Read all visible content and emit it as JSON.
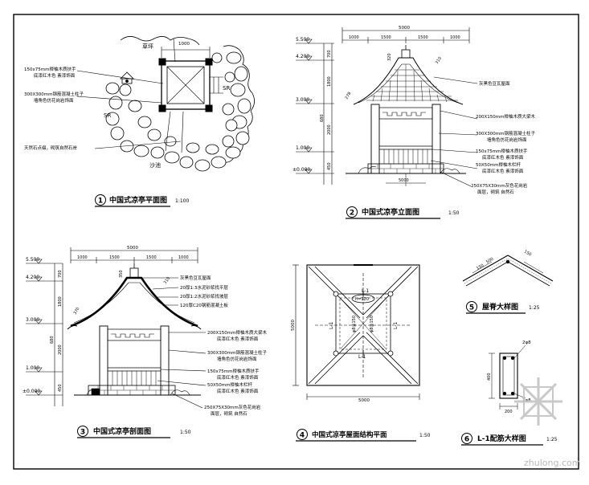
{
  "drawings": [
    {
      "num": "1",
      "title": "中国式凉亭平面图",
      "scale": "1:100"
    },
    {
      "num": "2",
      "title": "中国式凉亭立面图",
      "scale": "1:50"
    },
    {
      "num": "3",
      "title": "中国式凉亭剖面图",
      "scale": "1:50"
    },
    {
      "num": "4",
      "title": "中国式凉亭屋面结构平面",
      "scale": "1:50"
    },
    {
      "num": "5",
      "title": "屋脊大样图",
      "scale": "1:25"
    },
    {
      "num": "6",
      "title": "L-1配筋大样图",
      "scale": "1:25"
    }
  ],
  "plan": {
    "dim_top": "1000",
    "lawn": "草坪",
    "sr_right": "SR",
    "sr_left": "SR",
    "pond": "沙池",
    "note1a": "150x75mm榉柚木质扶手",
    "note1b": "底漆红木色  素漆饰面",
    "note2a": "300X300mm钢筋混凝土柱子",
    "note2b": "墙角色仿花岗岩饰面",
    "note3": "天然石点缀，砌筑自然石岸"
  },
  "elevation": {
    "levels": [
      "5.500",
      "4.200",
      "3.000",
      "1.000",
      "±0.000"
    ],
    "dim_total": "5000",
    "dims_top": [
      "1000",
      "1500",
      "1500",
      "1000"
    ],
    "dims_left": [
      "700",
      "1800",
      "2000",
      "680",
      "450"
    ],
    "dims_roof": [
      "320",
      "278",
      "310"
    ],
    "dim_inner": "5000",
    "notes": [
      "灰黑色豆瓦屋面",
      "200X150mm榉柚木质大梁木",
      "300X300mm钢筋混凝土柱子",
      "墙角色仿花岗岩饰面",
      "150x75mm榉柚木质扶手",
      "底漆红木色  素漆饰面",
      "50X50mm榉柚木栏杆",
      "底漆红木色  素漆饰面",
      "250X75X30mm灰色花岗岩",
      "面层，砌筑  自然石"
    ]
  },
  "section": {
    "levels": [
      "5.500",
      "4.200",
      "3.000",
      "1.000",
      "±0.000"
    ],
    "dim_total": "5000",
    "dims_top": [
      "1000",
      "1500",
      "1500",
      "1000"
    ],
    "dims_left": [
      "700",
      "1800",
      "2000",
      "680",
      "450"
    ],
    "dims_roof": [
      "350",
      "370",
      "310"
    ],
    "notes": [
      "灰黑色豆瓦屋面",
      "20厚1:3水泥砂浆找平层",
      "20厚1:2水泥砂浆找坡层",
      "120厚C20钢筋混凝土板",
      "200X150mm榉柚木质大梁木",
      "底漆红木色  素漆饰面",
      "300X300mm钢筋混凝土柱子",
      "墙角色仿花岗岩饰面",
      "150x75mm榉柚木质扶手",
      "底漆红木色  素漆饰面",
      "50X50mm榉柚木栏杆",
      "底漆红木色  素漆饰面",
      "250X75X30mm灰色花岗岩",
      "面层，砌筑  自然石"
    ]
  },
  "roofplan": {
    "dim_left": "5000",
    "dim_bottom": "5000",
    "beam": "L-1",
    "slab": "h=120",
    "bars": [
      "φ8@150",
      "φ8@150"
    ]
  },
  "ridge": {
    "dims": [
      "150",
      "500",
      "150"
    ]
  },
  "beam": {
    "top_bar": "2φ8",
    "bottom_bar": "2φ8",
    "height": "400",
    "width": "200"
  },
  "watermark": "zhulong.com"
}
